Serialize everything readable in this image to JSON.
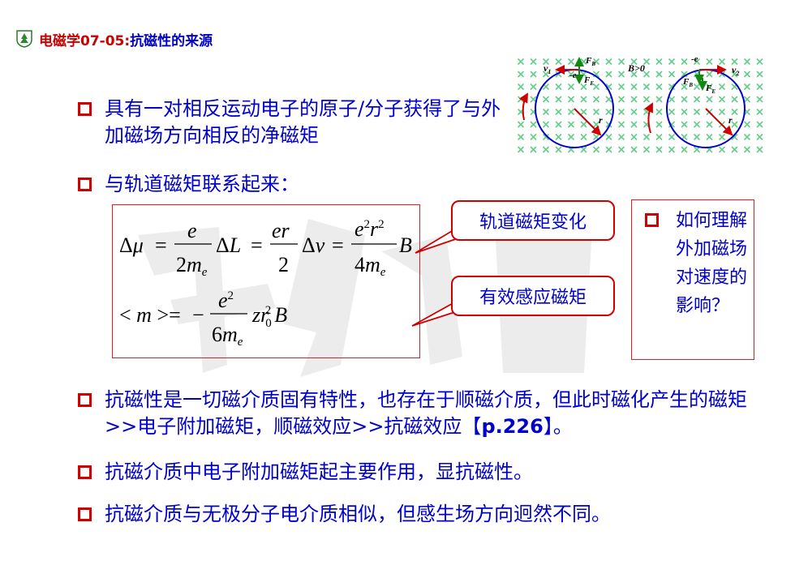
{
  "header": {
    "course": "电磁学07-05:",
    "topic": " 抗磁性的来源"
  },
  "bullets": [
    {
      "text": "具有一对相反运动电子的原子/分子获得了与外加磁场方向相反的净磁矩"
    },
    {
      "text": "与轨道磁矩联系起来："
    },
    {
      "text_a": "抗磁性是一切磁介质固有特性，也存在于顺磁介质，但此时磁化产生的磁矩>>电子附加磁矩，顺磁效应>>抗磁效应【",
      "text_b": "p.226",
      "text_c": "】。"
    },
    {
      "text": "抗磁介质中电子附加磁矩起主要作用，显抗磁性。"
    },
    {
      "text": "抗磁介质与无极分子电介质相似，但感生场方向迥然不同。"
    }
  ],
  "callouts": {
    "orbital_change": "轨道磁矩变化",
    "induced": "有效感应磁矩"
  },
  "question": "如何理解外加磁场对速度的影响？",
  "diagram": {
    "v1": "v",
    "v1_sub": "1",
    "v2": "v",
    "v2_sub": "2",
    "neg_e": "-e",
    "FB": "F",
    "FB_sub": "B",
    "FE": "F",
    "FE_sub": "E",
    "r": "r",
    "B_cond": "B>0"
  },
  "colors": {
    "accent": "#cc0000",
    "text": "#0000cc",
    "field_marks": "#66cc88"
  }
}
